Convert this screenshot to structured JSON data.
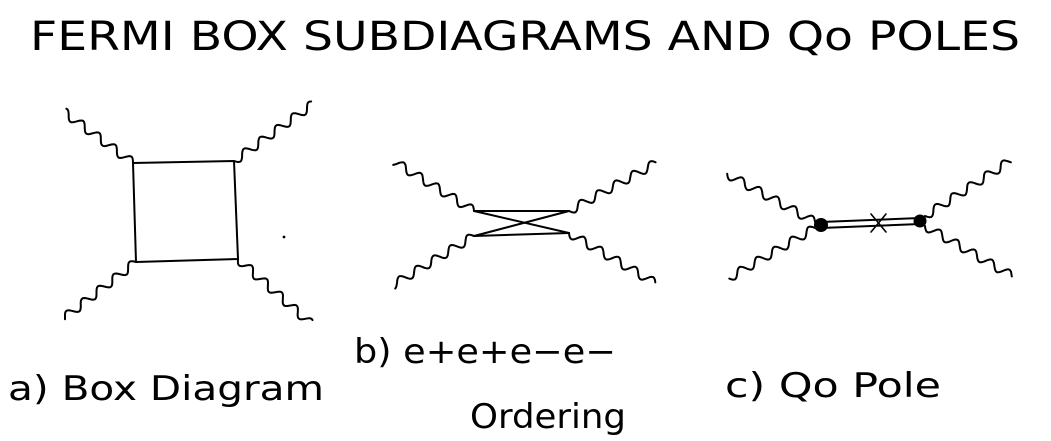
{
  "title": "FERMI BOX SUBDIAGRAMS AND Qo POLES",
  "panels": [
    {
      "id": "a",
      "caption": "a) Box Diagram"
    },
    {
      "id": "b",
      "caption_line1": "b) e+e+e−e−",
      "caption_line2": "Ordering"
    },
    {
      "id": "c",
      "caption": "c) Qo Pole"
    }
  ]
}
